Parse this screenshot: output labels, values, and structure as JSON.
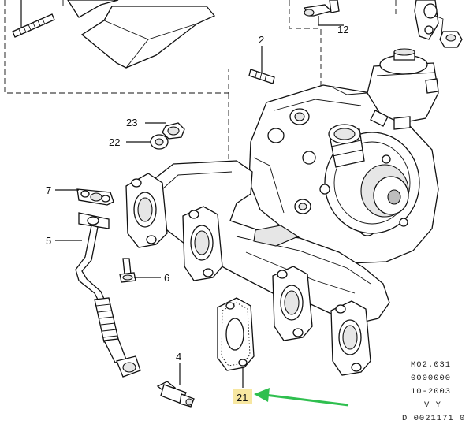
{
  "diagram": {
    "labels": {
      "l2": "2",
      "l12": "12",
      "l23": "23",
      "l22": "22",
      "l7": "7",
      "l5": "5",
      "l6": "6",
      "l4": "4",
      "l21": "21"
    },
    "code_block": [
      "M02.031",
      "0000000",
      "10-2003",
      "V Y",
      "D 0021171 0"
    ],
    "colors": {
      "highlight": "#f7e7a1",
      "arrow": "#2fbf4f",
      "line": "#111111"
    }
  }
}
